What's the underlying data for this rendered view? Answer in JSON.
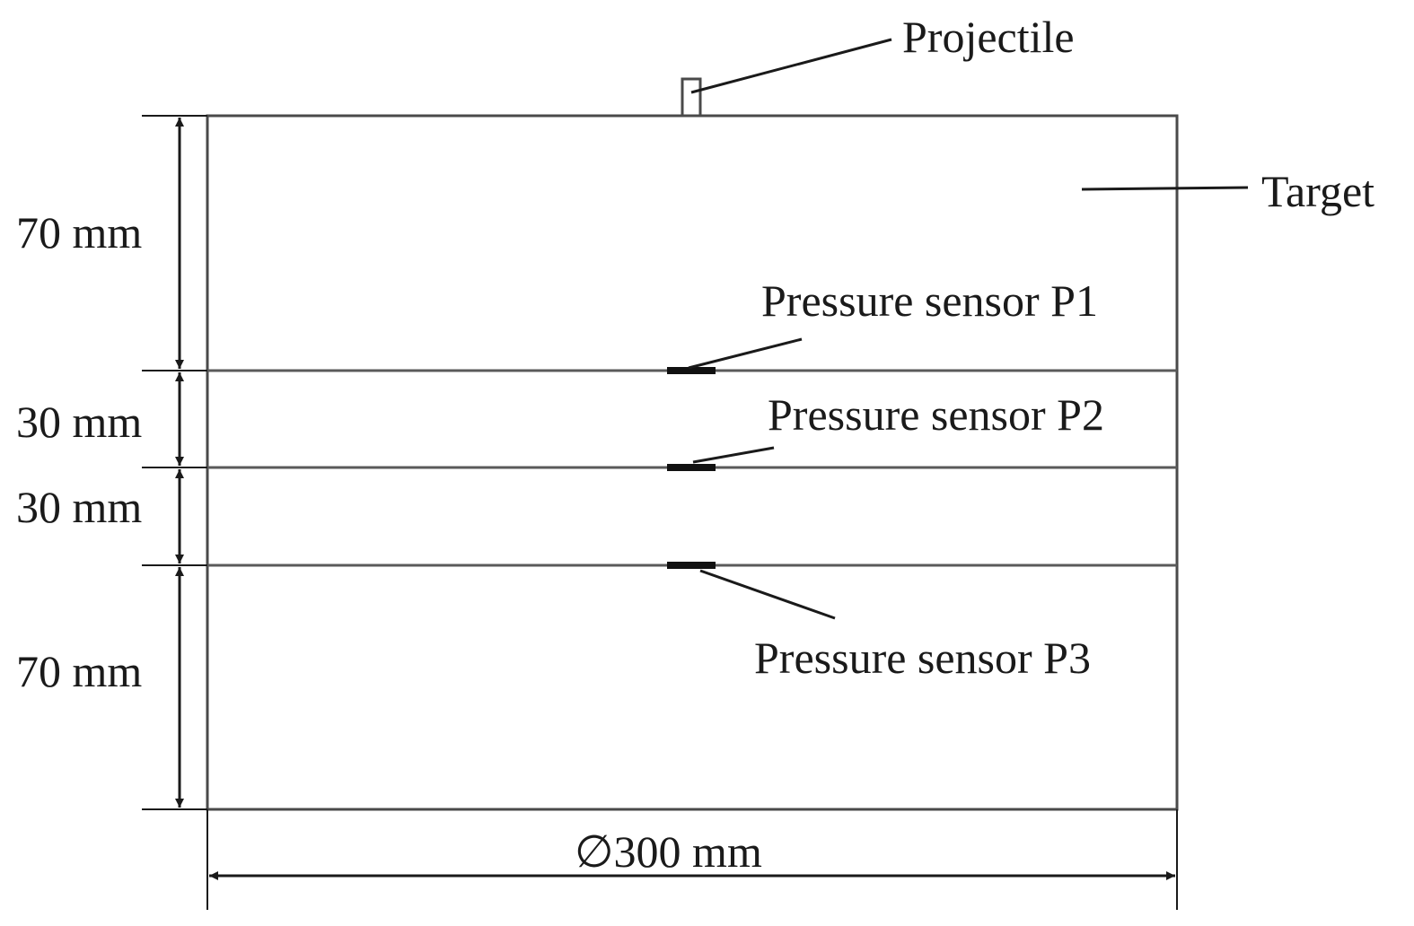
{
  "labels": {
    "projectile": "Projectile",
    "target": "Target",
    "sensor_p1": "Pressure sensor P1",
    "sensor_p2": "Pressure sensor P2",
    "sensor_p3": "Pressure sensor P3",
    "dim_top": "70 mm",
    "dim_mid1": "30 mm",
    "dim_mid2": "30 mm",
    "dim_bottom": "70 mm",
    "diameter": "∅300 mm"
  }
}
